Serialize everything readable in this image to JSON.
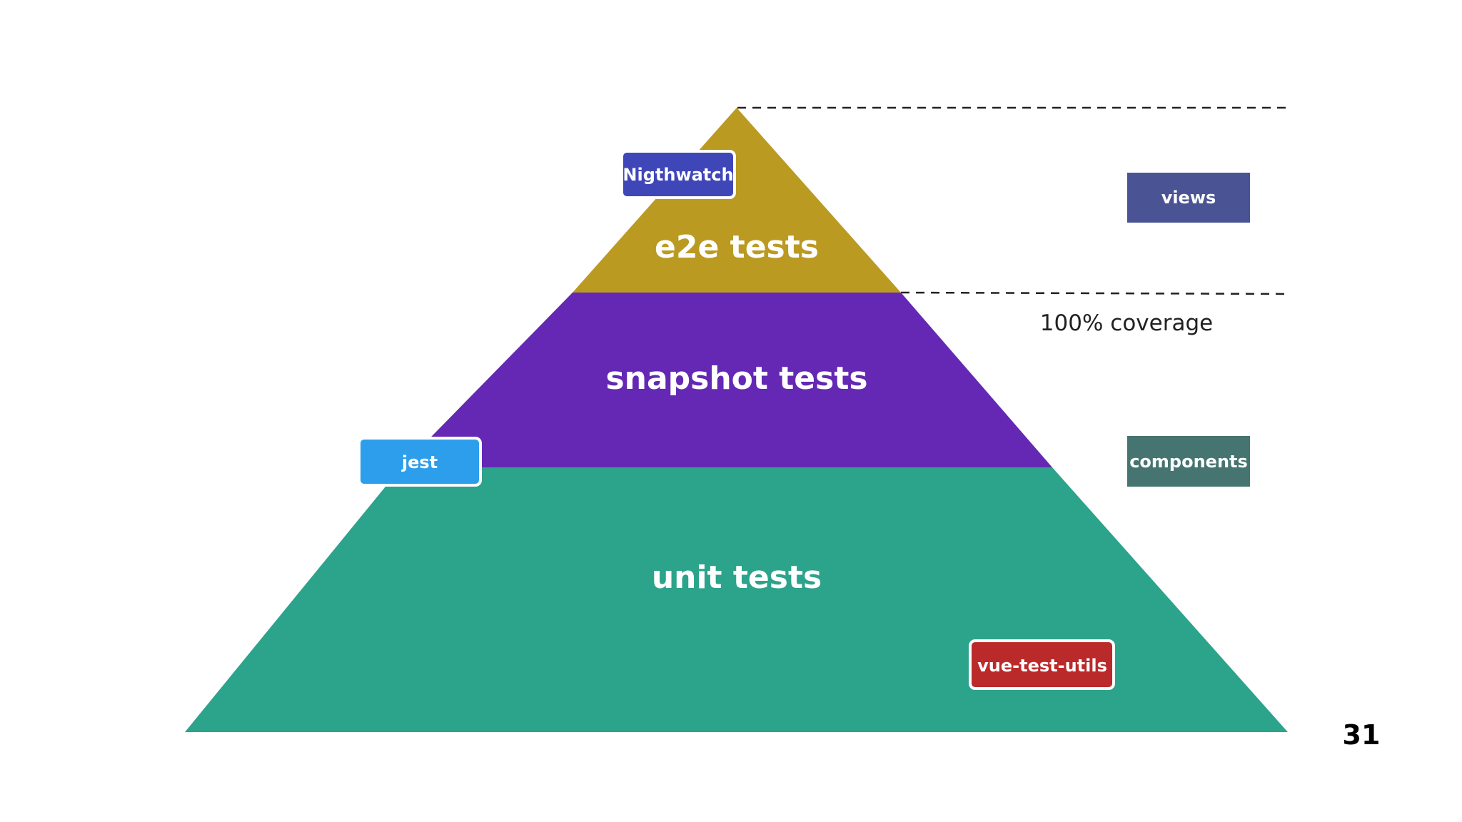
{
  "slide": {
    "page_number": "31",
    "background": "#ffffff"
  },
  "pyramid": {
    "layers": [
      {
        "id": "e2e",
        "label": "e2e tests",
        "color": "#bb9a22"
      },
      {
        "id": "snapshot",
        "label": "snapshot tests",
        "color": "#6428b4"
      },
      {
        "id": "unit",
        "label": "unit tests",
        "color": "#2ca38b"
      }
    ]
  },
  "tools": [
    {
      "id": "nightwatch",
      "label": "Nigthwatch",
      "color": "#3f47b8",
      "border": "#ffffff"
    },
    {
      "id": "jest",
      "label": "jest",
      "color": "#2d9eeb",
      "border": "#ffffff"
    },
    {
      "id": "vue-test-utils",
      "label": "vue-test-utils",
      "color": "#bb2a2a",
      "border": "#ffffff"
    }
  ],
  "scopes": [
    {
      "id": "views",
      "label": "views",
      "color": "#4a5494"
    },
    {
      "id": "components",
      "label": "components",
      "color": "#467571"
    }
  ],
  "coverage": {
    "label": "100% coverage"
  },
  "guides": {
    "line_color": "#222222",
    "style": "dashed"
  }
}
